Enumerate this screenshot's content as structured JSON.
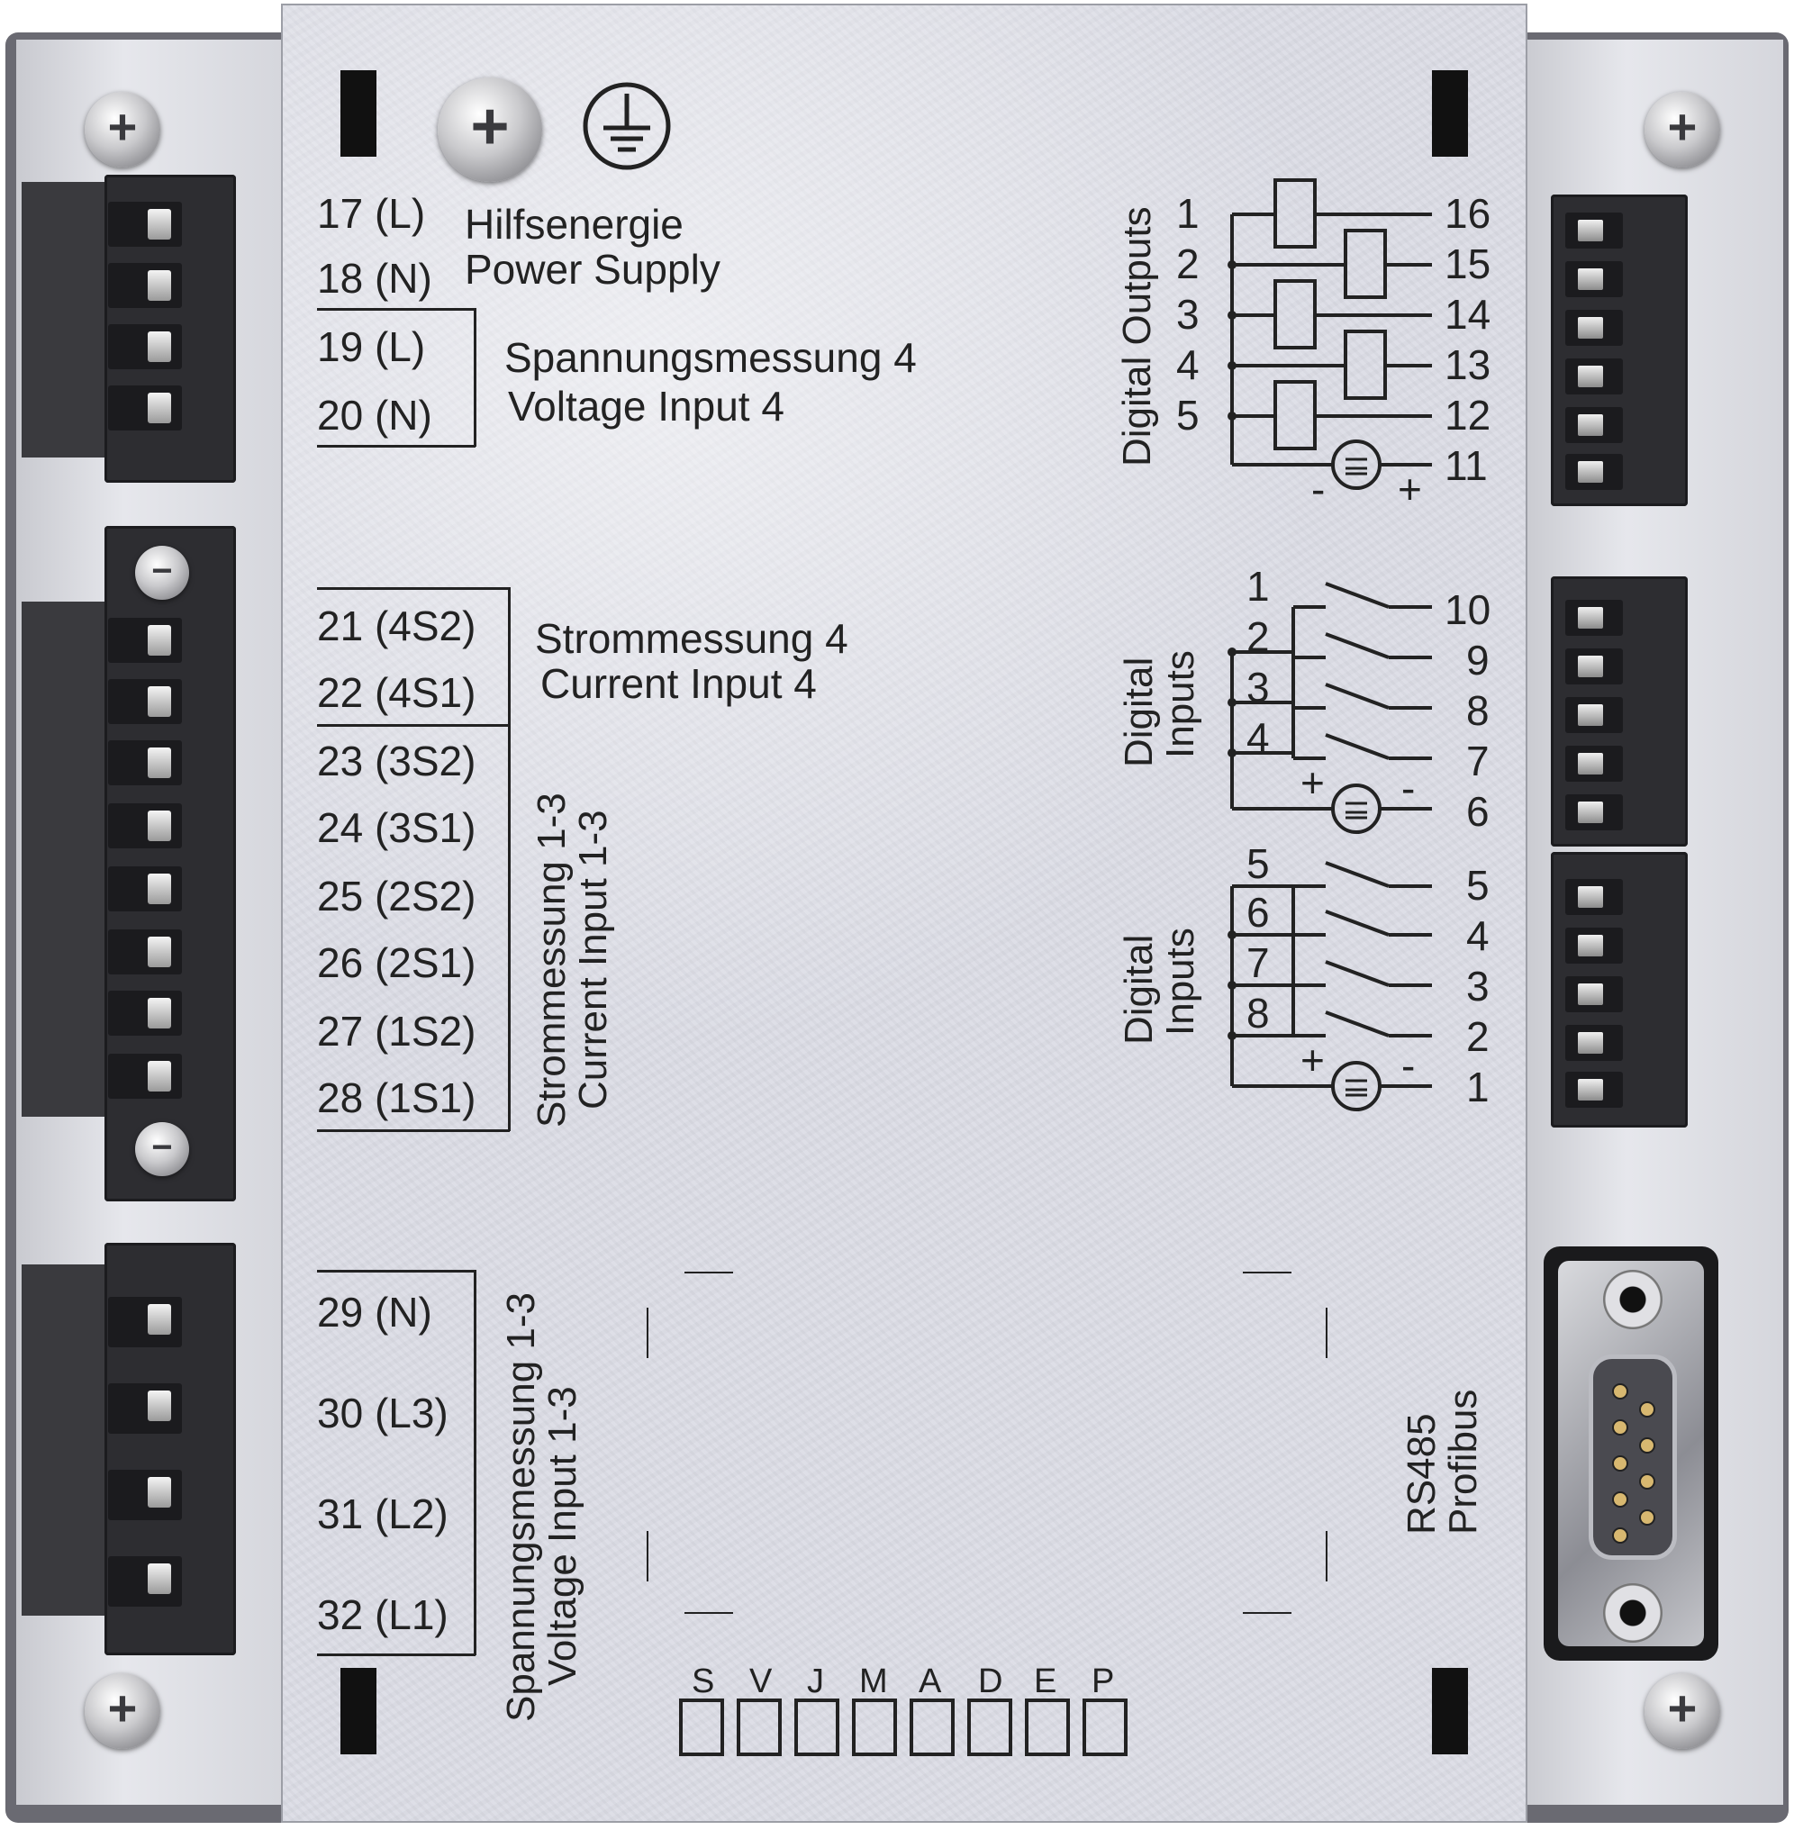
{
  "power_supply": {
    "terminals": [
      "17 (L)",
      "18 (N)"
    ],
    "label_de": "Hilfsenergie",
    "label_en": "Power Supply"
  },
  "voltage4": {
    "terminals": [
      "19 (L)",
      "20 (N)"
    ],
    "label_de": "Spannungsmessung 4",
    "label_en": "Voltage Input 4"
  },
  "current4": {
    "terminals": [
      "21 (4S2)",
      "22 (4S1)"
    ],
    "label_de": "Strommessung 4",
    "label_en": "Current Input 4"
  },
  "current13": {
    "terminals": [
      "23 (3S2)",
      "24 (3S1)",
      "25 (2S2)",
      "26 (2S1)",
      "27 (1S2)",
      "28 (1S1)"
    ],
    "label_de": "Strommessung 1-3",
    "label_en": "Current Input 1-3"
  },
  "voltage13": {
    "terminals": [
      "29 (N)",
      "30 (L3)",
      "31 (L2)",
      "32 (L1)"
    ],
    "label_de": "Spannungsmessung 1-3",
    "label_en": "Voltage Input 1-3"
  },
  "digital_outputs": {
    "title": "Digital Outputs",
    "channels": [
      "1",
      "2",
      "3",
      "4",
      "5"
    ],
    "pins": [
      "16",
      "15",
      "14",
      "13",
      "12",
      "11"
    ],
    "minus": "-",
    "plus": "+"
  },
  "digital_inputs_a": {
    "title_1": "Digital",
    "title_2": "Inputs",
    "channels": [
      "1",
      "2",
      "3",
      "4"
    ],
    "pins": [
      "10",
      "9",
      "8",
      "7",
      "6"
    ],
    "plus": "+",
    "minus": "-"
  },
  "digital_inputs_b": {
    "title_1": "Digital",
    "title_2": "Inputs",
    "channels": [
      "5",
      "6",
      "7",
      "8"
    ],
    "pins": [
      "5",
      "4",
      "3",
      "2",
      "1"
    ],
    "plus": "+",
    "minus": "-"
  },
  "comm": {
    "label_1": "RS485",
    "label_2": "Profibus"
  },
  "option_slots": [
    "S",
    "V",
    "J",
    "M",
    "A",
    "D",
    "E",
    "P"
  ],
  "icons": {
    "ground": "ground-symbol-icon",
    "screw": "phillips-screw-icon",
    "dc_source": "dc-source-icon"
  }
}
